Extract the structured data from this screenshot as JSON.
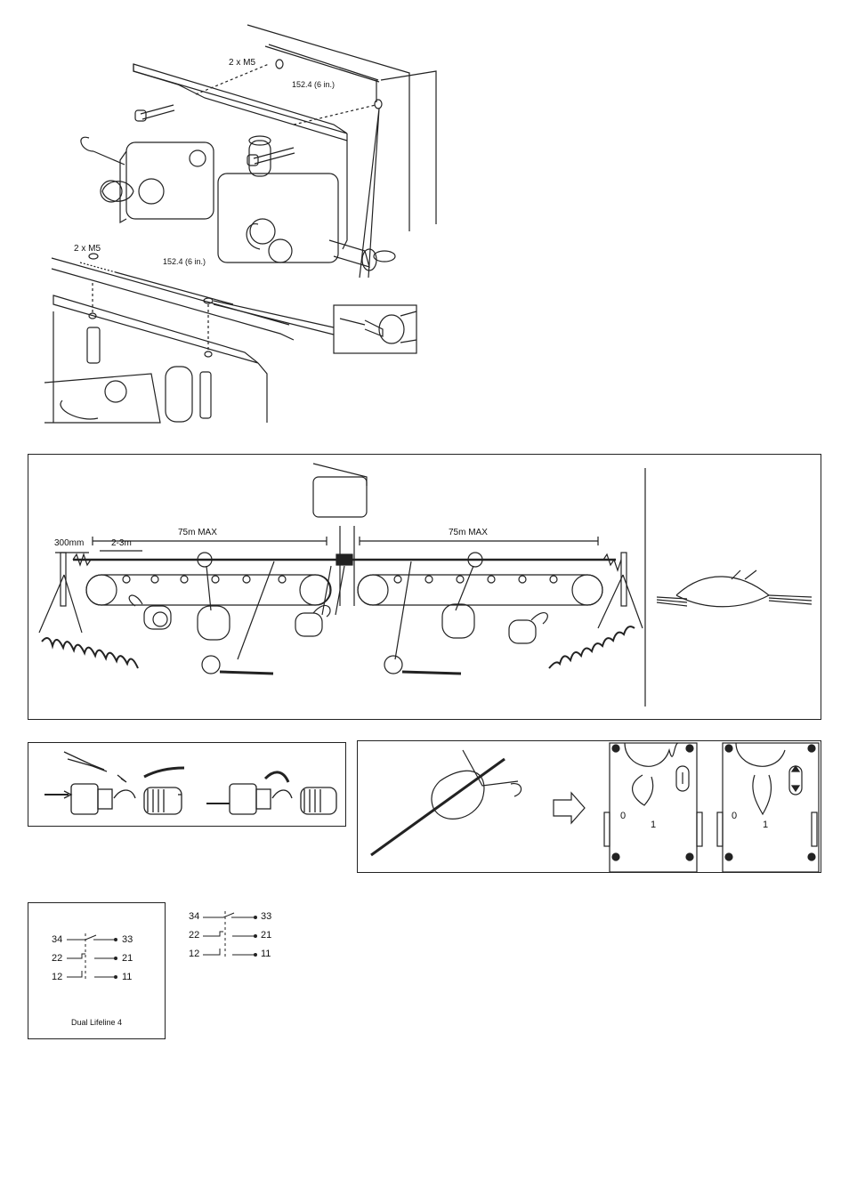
{
  "mounting": {
    "top_hole_label": "2 x M5",
    "top_dim_label": "152.4 (6 in.)",
    "bottom_hole_label": "2 x M5",
    "bottom_dim_label": "152.4 (6 in.)"
  },
  "layout": {
    "end_offset": "300mm",
    "support_spacing": "2-3m",
    "left_span": "75m MAX",
    "right_span": "75m MAX"
  },
  "adjust": {
    "pos_0_a": "0",
    "pos_1_a": "1",
    "pos_0_b": "0",
    "pos_1_b": "1"
  },
  "contacts_boxed": {
    "rows": [
      {
        "left": "34",
        "right": "33"
      },
      {
        "left": "22",
        "right": "21"
      },
      {
        "left": "12",
        "right": "11"
      }
    ],
    "caption": "Dual Lifeline 4"
  },
  "contacts_free": {
    "rows": [
      {
        "left": "34",
        "right": "33"
      },
      {
        "left": "22",
        "right": "21"
      },
      {
        "left": "12",
        "right": "11"
      }
    ]
  }
}
